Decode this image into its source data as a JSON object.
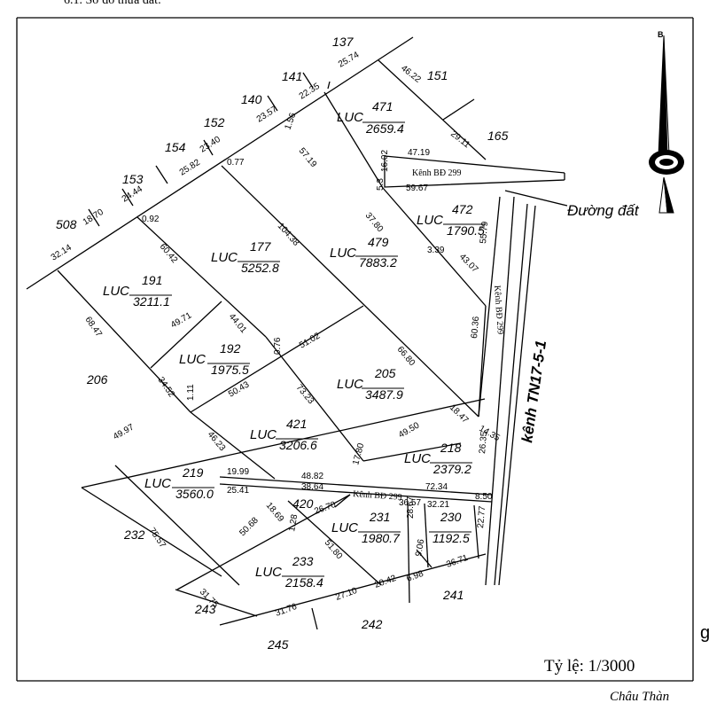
{
  "header": {
    "text": "6.1. Sơ đồ thửa đất:"
  },
  "footer": {
    "text": "Châu Thàn"
  },
  "edge_fragment": "g",
  "scale": {
    "text": "Tỷ lệ: 1/3000"
  },
  "road_label": "Đường đất",
  "canal_main_label": "kênh TN17-5-1",
  "canal_small_top": "Kênh BĐ 299",
  "canal_small_right": "Kênh BĐ 299",
  "canal_small_mid": "Kênh BĐ 299",
  "compass": {
    "north_letter": "B"
  },
  "neighbors": [
    "137",
    "141",
    "151",
    "140",
    "165",
    "152",
    "154",
    "153",
    "508",
    "206",
    "232",
    "243",
    "245",
    "242",
    "241"
  ],
  "parcels": [
    {
      "type": "LUC",
      "number": "471",
      "area": "2659.4"
    },
    {
      "type": "LUC",
      "number": "472",
      "area": "1790.5"
    },
    {
      "type": "LUC",
      "number": "177",
      "area": "5252.8"
    },
    {
      "type": "LUC",
      "number": "479",
      "area": "7883.2"
    },
    {
      "type": "LUC",
      "number": "191",
      "area": "3211.1"
    },
    {
      "type": "LUC",
      "number": "192",
      "area": "1975.5"
    },
    {
      "type": "LUC",
      "number": "205",
      "area": "3487.9"
    },
    {
      "type": "LUC",
      "number": "421",
      "area": "3206.6"
    },
    {
      "type": "LUC",
      "number": "218",
      "area": "2379.2"
    },
    {
      "type": "LUC",
      "number": "219",
      "area": "3560.0"
    },
    {
      "type": "LUC",
      "number": "231",
      "area": "1980.7"
    },
    {
      "type": "LUC",
      "number": "230",
      "area": "1192.5"
    },
    {
      "type": "LUC",
      "number": "233",
      "area": "2158.4"
    }
  ],
  "plot_420": "420",
  "dimensions": [
    "25.74",
    "46.22",
    "22.35",
    "29.11",
    "23.57",
    "1.56",
    "23.40",
    "0.77",
    "25.82",
    "57.19",
    "47.19",
    "16.02",
    "24.44",
    "59.67",
    "5.3",
    "18.70",
    "0.92",
    "37.80",
    "32.14",
    "104.38",
    "3.39",
    "55.79",
    "60.42",
    "43.07",
    "68.47",
    "49.71",
    "44.01",
    "0.76",
    "51.02",
    "66.80",
    "60.36",
    "34.52",
    "1.11",
    "50.43",
    "73.23",
    "18.47",
    "14.35",
    "49.97",
    "46.23",
    "49.50",
    "26.35",
    "19.99",
    "48.82",
    "38.64",
    "17.80",
    "72.34",
    "25.41",
    "36.57",
    "8.50",
    "18.69",
    "26.70",
    "32.21",
    "28.67",
    "22.77",
    "75.57",
    "1.28",
    "50.68",
    "51.80",
    "9.06",
    "36.71",
    "31.75",
    "20.42",
    "6.98",
    "27.10",
    "31.76"
  ]
}
